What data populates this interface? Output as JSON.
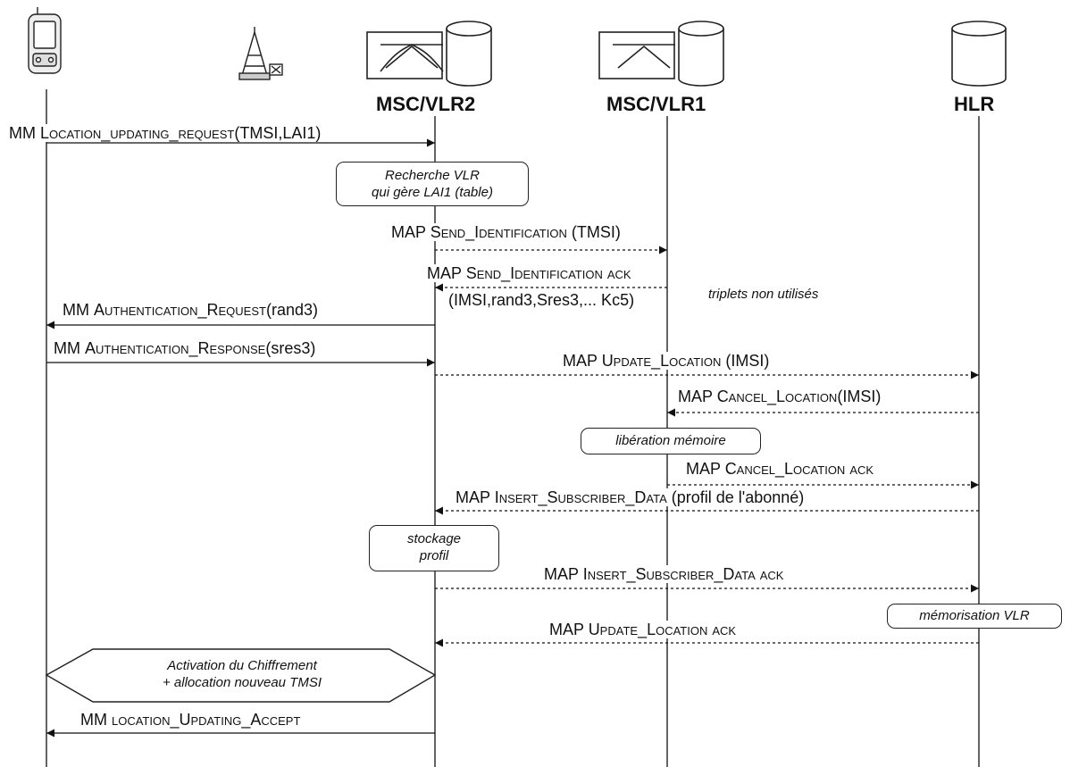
{
  "entities": {
    "ms": "",
    "bts": "",
    "msc_vlr2": "MSC/VLR2",
    "msc_vlr1": "MSC/VLR1",
    "hlr": "HLR"
  },
  "messages": [
    {
      "id": "m1",
      "parts": [
        [
          "MM ",
          "n"
        ],
        [
          "Location_updating_request",
          "sc"
        ],
        [
          "(TMSI,LAI1)",
          "n"
        ]
      ]
    },
    {
      "id": "m2",
      "parts": [
        [
          "MAP ",
          "n"
        ],
        [
          "Send_Identification",
          "sc"
        ],
        [
          " (TMSI)",
          "n"
        ]
      ]
    },
    {
      "id": "m3",
      "parts": [
        [
          "MAP ",
          "n"
        ],
        [
          "Send_Identification ack",
          "sc"
        ]
      ]
    },
    {
      "id": "m3b",
      "parts": [
        [
          "(IMSI,rand3,Sres3,... Kc5)",
          "n"
        ]
      ]
    },
    {
      "id": "m4",
      "parts": [
        [
          "MM ",
          "n"
        ],
        [
          "Authentication_Request",
          "sc"
        ],
        [
          "(rand3)",
          "n"
        ]
      ]
    },
    {
      "id": "m5",
      "parts": [
        [
          "MM ",
          "n"
        ],
        [
          "Authentication_Response",
          "sc"
        ],
        [
          "(sres3)",
          "n"
        ]
      ]
    },
    {
      "id": "m6",
      "parts": [
        [
          "MAP ",
          "n"
        ],
        [
          "Update_Location",
          "sc"
        ],
        [
          " (IMSI)",
          "n"
        ]
      ]
    },
    {
      "id": "m7",
      "parts": [
        [
          "MAP ",
          "n"
        ],
        [
          "Cancel_Location",
          "sc"
        ],
        [
          "(IMSI)",
          "n"
        ]
      ]
    },
    {
      "id": "m8",
      "parts": [
        [
          "MAP ",
          "n"
        ],
        [
          "Cancel_Location ack",
          "sc"
        ]
      ]
    },
    {
      "id": "m9",
      "parts": [
        [
          "MAP ",
          "n"
        ],
        [
          "Insert_Subscriber_Data",
          "sc"
        ],
        [
          " (profil de l'abonné)",
          "n"
        ]
      ]
    },
    {
      "id": "m10",
      "parts": [
        [
          "MAP ",
          "n"
        ],
        [
          "Insert_Subscriber_Data ack",
          "sc"
        ]
      ]
    },
    {
      "id": "m11",
      "parts": [
        [
          "MAP ",
          "n"
        ],
        [
          "Update_Location ack",
          "sc"
        ]
      ]
    },
    {
      "id": "m12",
      "parts": [
        [
          "MM ",
          "n"
        ],
        [
          "location_Updating_Accept",
          "sc"
        ]
      ]
    }
  ],
  "notes": {
    "recherche": [
      "Recherche VLR",
      "qui  gère LAI1 (table)"
    ],
    "liberation": [
      "libération mémoire"
    ],
    "stockage": [
      "stockage",
      "profil"
    ],
    "memorisation": [
      "mémorisation VLR"
    ],
    "activation": [
      "Activation du Chiffrement",
      "+ allocation nouveau TMSI"
    ]
  },
  "side_note": "triplets non utilisés"
}
